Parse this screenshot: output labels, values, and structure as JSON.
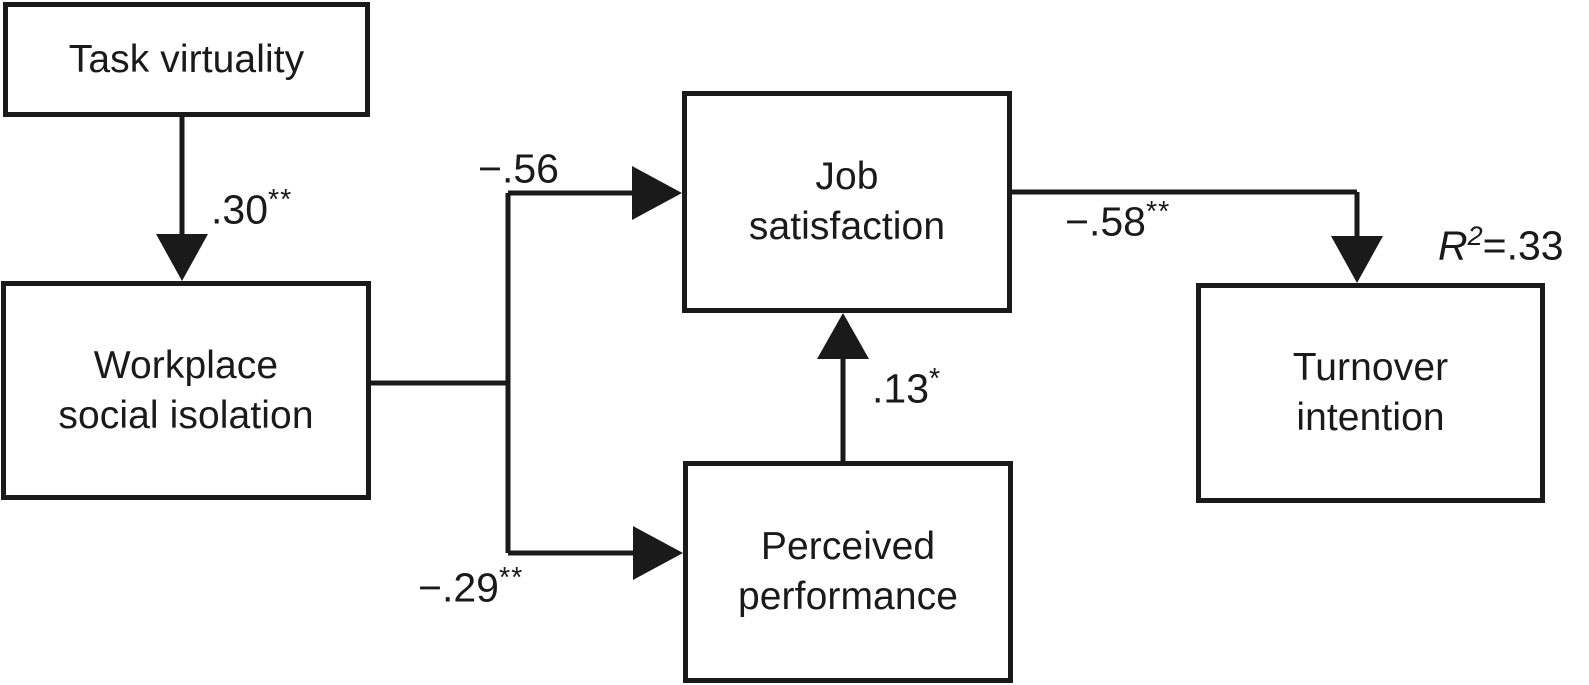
{
  "diagram": {
    "type": "path-model",
    "nodes": [
      {
        "id": "task-virtuality",
        "label": "Task virtuality"
      },
      {
        "id": "workplace-social-isolation",
        "label": "Workplace\nsocial isolation"
      },
      {
        "id": "job-satisfaction",
        "label": "Job\nsatisfaction"
      },
      {
        "id": "perceived-performance",
        "label": "Perceived\nperformance"
      },
      {
        "id": "turnover-intention",
        "label": "Turnover\nintention"
      }
    ],
    "paths": [
      {
        "id": "task-virtuality-to-workplace-social-isolation",
        "from": "task-virtuality",
        "to": "workplace-social-isolation",
        "coefficient": ".30",
        "significance": "**"
      },
      {
        "id": "workplace-social-isolation-to-job-satisfaction",
        "from": "workplace-social-isolation",
        "to": "job-satisfaction",
        "coefficient": "−.56",
        "significance": ""
      },
      {
        "id": "workplace-social-isolation-to-perceived-performance",
        "from": "workplace-social-isolation",
        "to": "perceived-performance",
        "coefficient": "−.29",
        "significance": "**"
      },
      {
        "id": "perceived-performance-to-job-satisfaction",
        "from": "perceived-performance",
        "to": "job-satisfaction",
        "coefficient": ".13",
        "significance": "*"
      },
      {
        "id": "job-satisfaction-to-turnover-intention",
        "from": "job-satisfaction",
        "to": "turnover-intention",
        "coefficient": "−.58",
        "significance": "**"
      }
    ],
    "annotations": [
      {
        "id": "r2-turnover-intention",
        "variable": "R",
        "exponent": "2",
        "value": "=.33"
      }
    ],
    "colors": {
      "stroke": "#1a1a1a",
      "background": "#ffffff",
      "text": "#1a1a1a"
    }
  }
}
